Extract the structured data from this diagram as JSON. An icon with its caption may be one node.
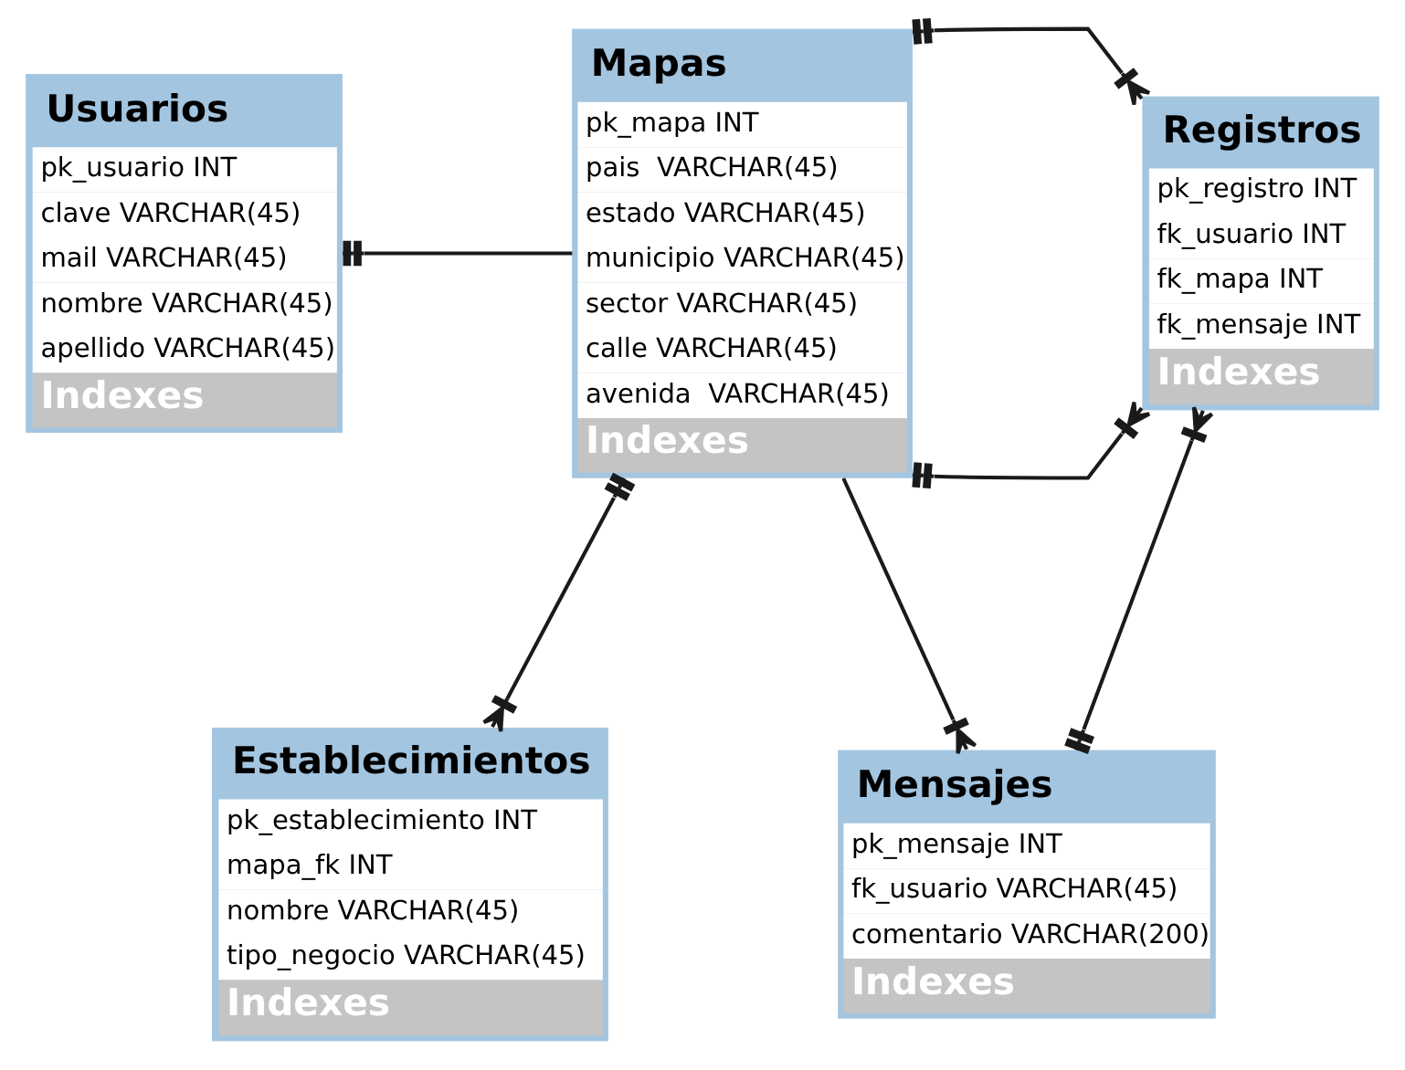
{
  "diagram": {
    "nodes": [
      {
        "text": [
          "Usuarios",
          "pk_usuario INT",
          "clave VARCHAR(45)",
          "mail VARCHAR(45)",
          "nombre VARCHAR(45)",
          "apellido VARCHAR(45)",
          "Indexes"
        ]
      },
      {
        "text": [
          "Mapas",
          "pk_mapa INT",
          "pais  VARCHAR(45)",
          "estado VARCHAR(45)",
          "municipio VARCHAR(45)",
          "sector VARCHAR(45)",
          "calle VARCHAR(45)",
          "avenida  VARCHAR(45)",
          "Indexes"
        ]
      },
      {
        "text": [
          "Registros",
          "pk_registro INT",
          "fk_usuario INT",
          "fk_mapa INT",
          "fk_mensaje INT",
          "Indexes"
        ]
      },
      {
        "text": [
          "Establecimientos",
          "pk_establecimiento INT",
          "mapa_fk INT",
          "nombre VARCHAR(45)",
          "tipo_negocio VARCHAR(45)",
          "Indexes"
        ]
      },
      {
        "text": [
          "Mensajes",
          "pk_mensaje INT",
          "fk_usuario VARCHAR(45)",
          "comentario VARCHAR(200)",
          "Indexes"
        ]
      }
    ],
    "edges": [
      {
        "from": 0,
        "to": 1,
        "arrow": "other"
      },
      {
        "from": 1,
        "to": 3,
        "arrow": "other"
      },
      {
        "from": 1,
        "to": 2,
        "arrow": "other"
      },
      {
        "from": 1,
        "to": 2,
        "arrow": "other"
      },
      {
        "from": 1,
        "to": 4,
        "arrow": "other"
      },
      {
        "from": 4,
        "to": 2,
        "arrow": "other"
      }
    ]
  }
}
